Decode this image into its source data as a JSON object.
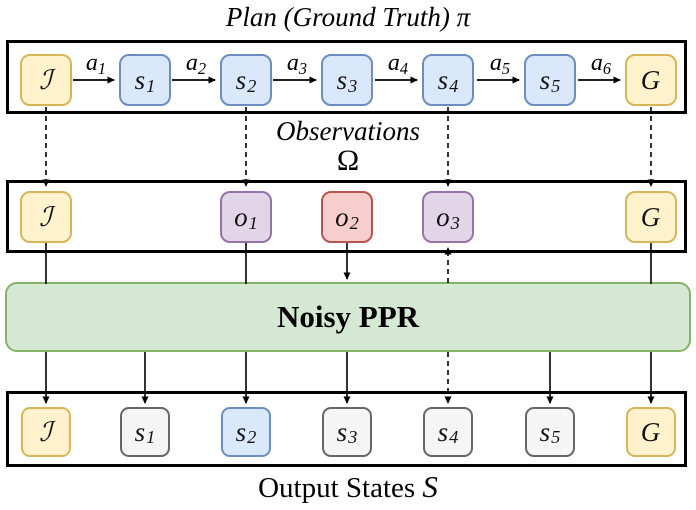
{
  "title": "Plan (Ground Truth) π",
  "plan": {
    "nodes": [
      {
        "base": "ℐ",
        "sub": "",
        "color": "yellow"
      },
      {
        "base": "s",
        "sub": "1",
        "color": "blue"
      },
      {
        "base": "s",
        "sub": "2",
        "color": "blue"
      },
      {
        "base": "s",
        "sub": "3",
        "color": "blue"
      },
      {
        "base": "s",
        "sub": "4",
        "color": "blue"
      },
      {
        "base": "s",
        "sub": "5",
        "color": "blue"
      },
      {
        "base": "G",
        "sub": "",
        "color": "yellow"
      }
    ],
    "edges": [
      {
        "base": "a",
        "sub": "1"
      },
      {
        "base": "a",
        "sub": "2"
      },
      {
        "base": "a",
        "sub": "3"
      },
      {
        "base": "a",
        "sub": "4"
      },
      {
        "base": "a",
        "sub": "5"
      },
      {
        "base": "a",
        "sub": "6"
      }
    ]
  },
  "observations": {
    "label": "Observations",
    "symbol": "Ω",
    "nodes": [
      {
        "base": "ℐ",
        "sub": "",
        "color": "yellow"
      },
      {
        "base": "o",
        "sub": "1",
        "color": "purple"
      },
      {
        "base": "o",
        "sub": "2",
        "color": "red"
      },
      {
        "base": "o",
        "sub": "3",
        "color": "purple"
      },
      {
        "base": "G",
        "sub": "",
        "color": "yellow"
      }
    ]
  },
  "processor": {
    "label": "Noisy PPR"
  },
  "output": {
    "label": "Output States",
    "symbol": "S",
    "nodes": [
      {
        "base": "ℐ",
        "sub": "",
        "color": "yellow"
      },
      {
        "base": "s",
        "sub": "1",
        "color": "gray"
      },
      {
        "base": "s",
        "sub": "2",
        "color": "blue"
      },
      {
        "base": "s",
        "sub": "3",
        "color": "gray"
      },
      {
        "base": "s",
        "sub": "4",
        "color": "gray"
      },
      {
        "base": "s",
        "sub": "5",
        "color": "gray"
      },
      {
        "base": "G",
        "sub": "",
        "color": "yellow"
      }
    ]
  },
  "colors": {
    "yellow_fill": "#FFF2CC",
    "yellow_stroke": "#D6B656",
    "blue_fill": "#DAE8FC",
    "blue_stroke": "#6C8EBF",
    "purple_fill": "#E1D5E7",
    "purple_stroke": "#9673A6",
    "red_fill": "#F8CECC",
    "red_stroke": "#B85450",
    "green_fill": "#D5E8D4",
    "green_stroke": "#82B366",
    "gray_fill": "#F5F5F5",
    "gray_stroke": "#666666",
    "line": "#000000"
  }
}
